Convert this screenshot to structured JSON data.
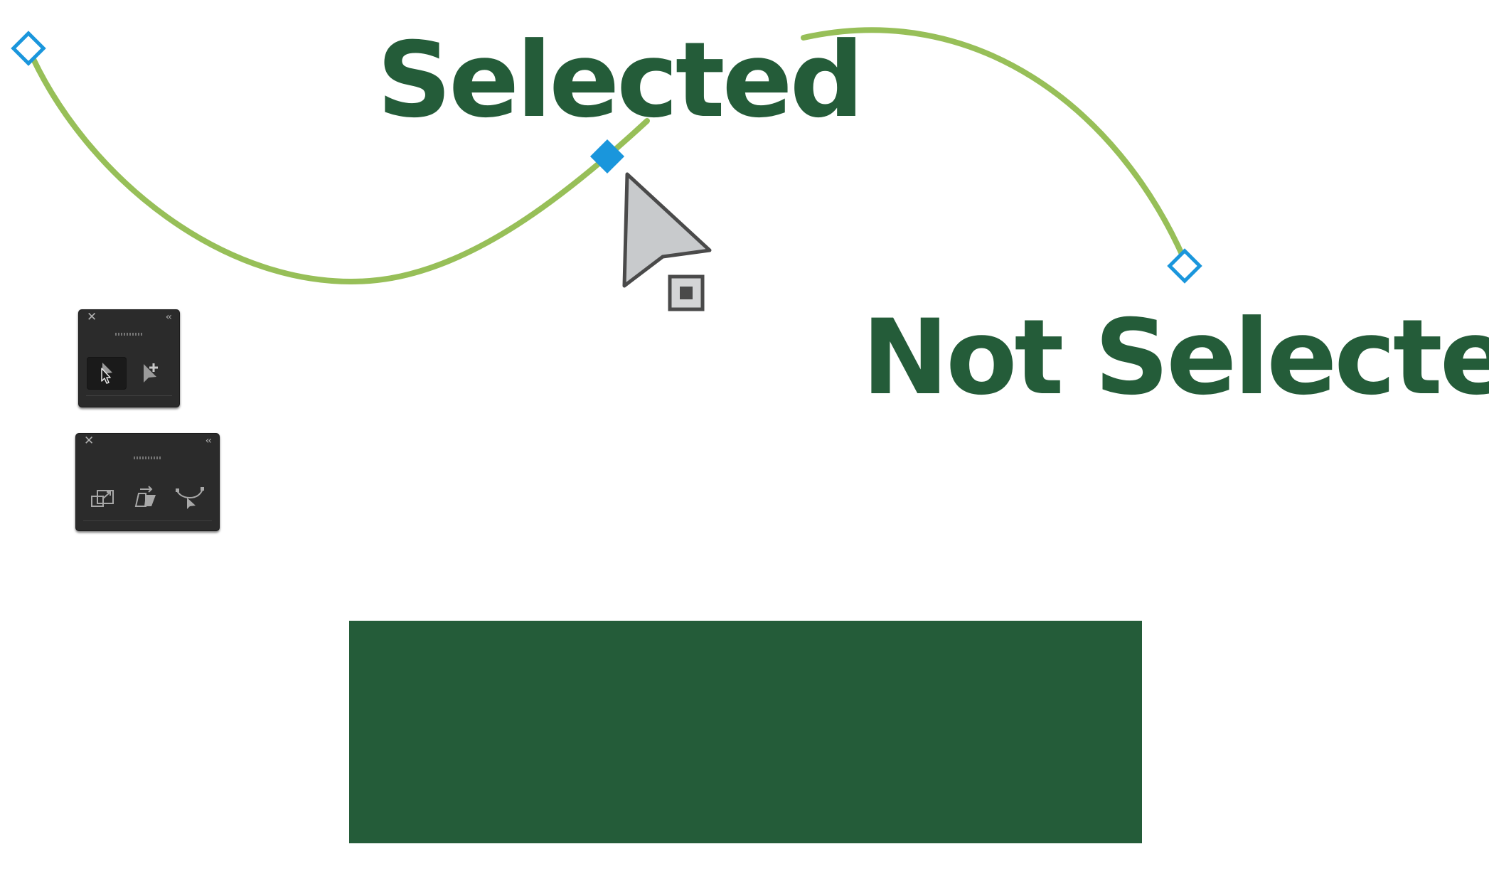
{
  "canvas": {
    "label_selected": "Selected",
    "label_not_selected": "Not Selected",
    "curve_color": "#97bf58",
    "text_color": "#245c39",
    "anchor_color": "#1a96dc",
    "rectangle_color": "#245c39"
  },
  "panel_selection": {
    "close_glyph": "✕",
    "collapse_glyph": "‹‹",
    "tools": [
      {
        "name": "selection-tool",
        "icon": "arrow-cursor-icon",
        "active": true
      },
      {
        "name": "direct-selection-plus-tool",
        "icon": "arrow-plus-icon",
        "active": false
      }
    ]
  },
  "panel_transform": {
    "close_glyph": "✕",
    "collapse_glyph": "‹‹",
    "tools": [
      {
        "name": "scale-tool",
        "icon": "scale-icon"
      },
      {
        "name": "shear-tool",
        "icon": "shear-icon"
      },
      {
        "name": "reshape-tool",
        "icon": "reshape-icon"
      }
    ]
  },
  "cursor": {
    "icon": "selection-arrow-cursor-icon",
    "badge": "anchor-point-badge-icon"
  }
}
